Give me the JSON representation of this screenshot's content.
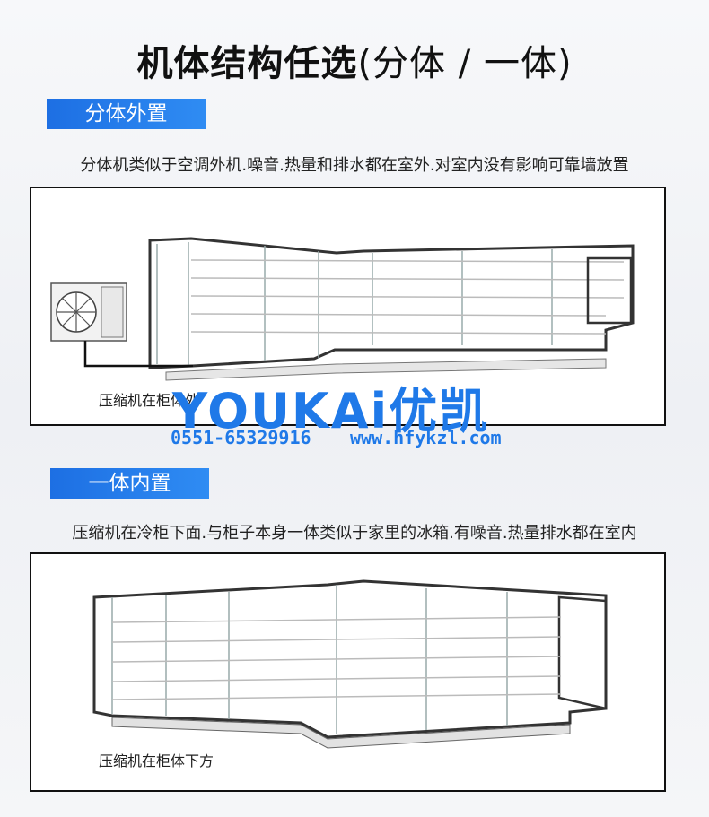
{
  "title": {
    "bold": "机体结构任选",
    "light": "(分体 / 一体)"
  },
  "section1": {
    "tag": "分体外置",
    "description": "分体机类似于空调外机.噪音.热量和排水都在室外.对室内没有影响可靠墙放置",
    "caption": "压缩机在柜体外"
  },
  "section2": {
    "tag": "一体内置",
    "description": "压缩机在冷柜下面.与柜子本身一体类似于家里的冰箱.有噪音.热量排水都在室内",
    "caption": "压缩机在柜体下方"
  },
  "watermark": {
    "brand": "YOUKAi",
    "brand_cn": "优凯",
    "phone": "0551-65329916",
    "url": "www.hfykzl.com",
    "color": "#1f79e8"
  }
}
